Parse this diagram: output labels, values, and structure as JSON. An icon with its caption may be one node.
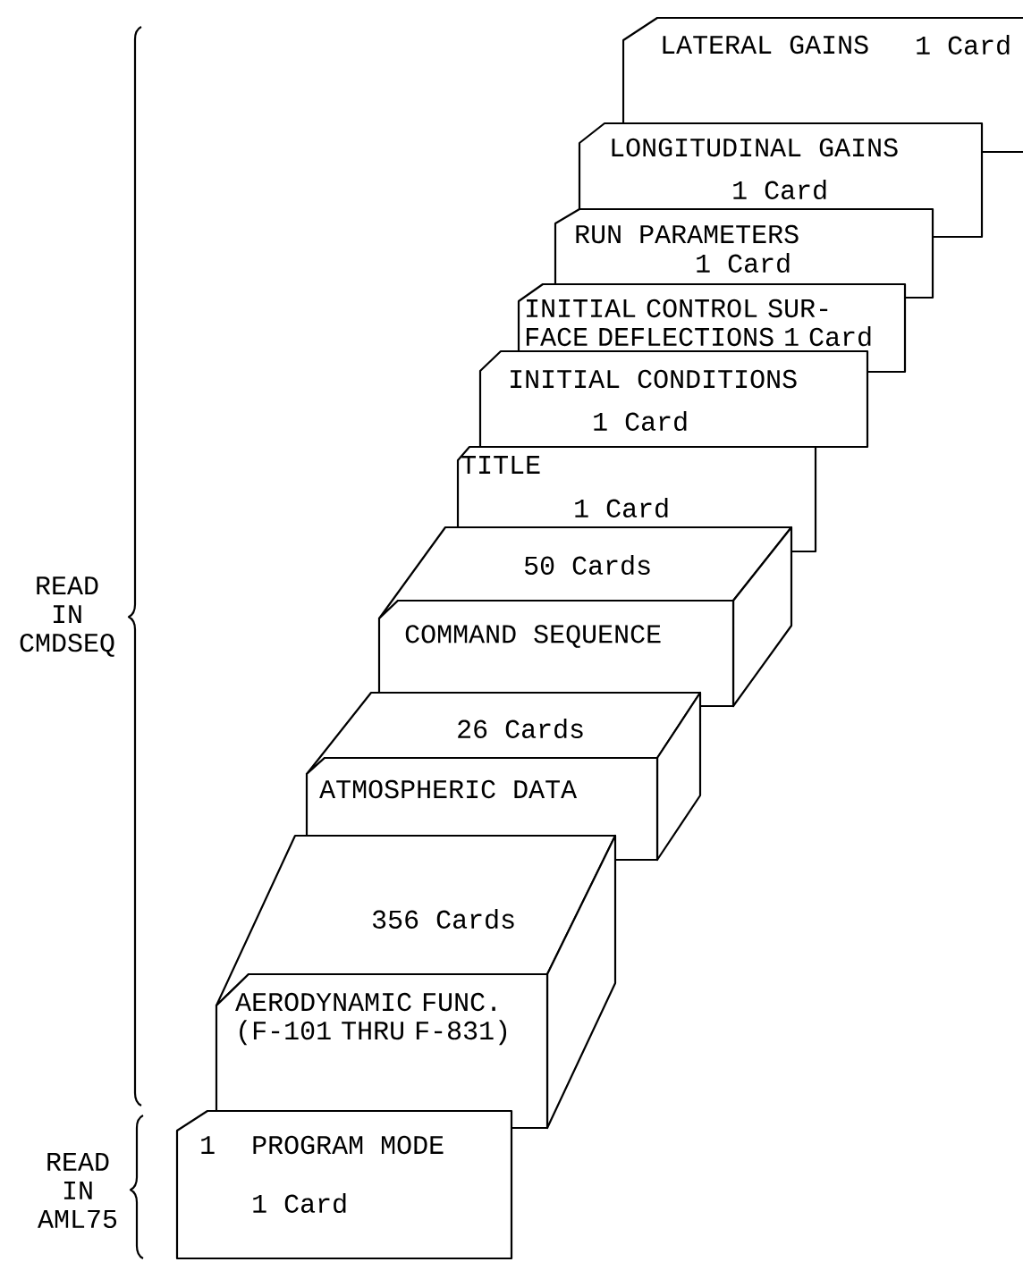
{
  "diagram": {
    "nodes": [
      {
        "text": [
          "LATERAL GAINS",
          "1 Card"
        ]
      },
      {
        "text": [
          "LONGITUDINAL GAINS",
          "1 Card"
        ]
      },
      {
        "text": [
          "RUN PARAMETERS",
          "1 Card"
        ]
      },
      {
        "text": [
          "INITIAL CONTROL SUR- FACE DEFLECTIONS 1 Card"
        ]
      },
      {
        "text": [
          "INITIAL CONDITIONS",
          "1 Card"
        ]
      },
      {
        "text": [
          "TITLE",
          "1 Card"
        ]
      },
      {
        "text": [
          "50 Cards",
          "COMMAND SEQUENCE"
        ]
      },
      {
        "text": [
          "26 Cards",
          "ATMOSPHERIC DATA"
        ]
      },
      {
        "text": [
          "356 Cards",
          "AERODYNAMIC FUNC. (F-101 THRU F-831)"
        ]
      },
      {
        "text": [
          "1",
          "PROGRAM MODE",
          "1 Card"
        ]
      }
    ],
    "labels": [
      "READ IN CMDSEQ",
      "READ IN AML75"
    ]
  }
}
